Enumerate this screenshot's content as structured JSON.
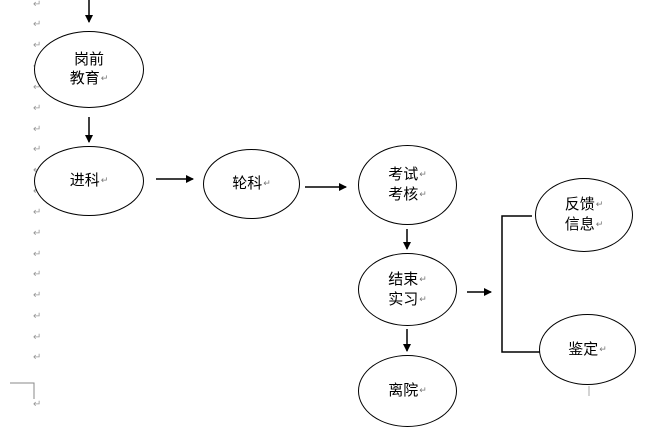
{
  "diagram": {
    "nodes": {
      "pre_job_education": {
        "line1": "岗前",
        "line2": "教育"
      },
      "enter_department": {
        "line1": "进科"
      },
      "rotation": {
        "line1": "轮科"
      },
      "examination": {
        "line1": "考试",
        "line2": "考核"
      },
      "end_internship": {
        "line1": "结束",
        "line2": "实习"
      },
      "leave_hospital": {
        "line1": "离院"
      },
      "feedback_info": {
        "line1": "反馈",
        "line2": "信息"
      },
      "appraisal": {
        "line1": "鉴定"
      }
    },
    "paragraph_mark": "↵"
  }
}
